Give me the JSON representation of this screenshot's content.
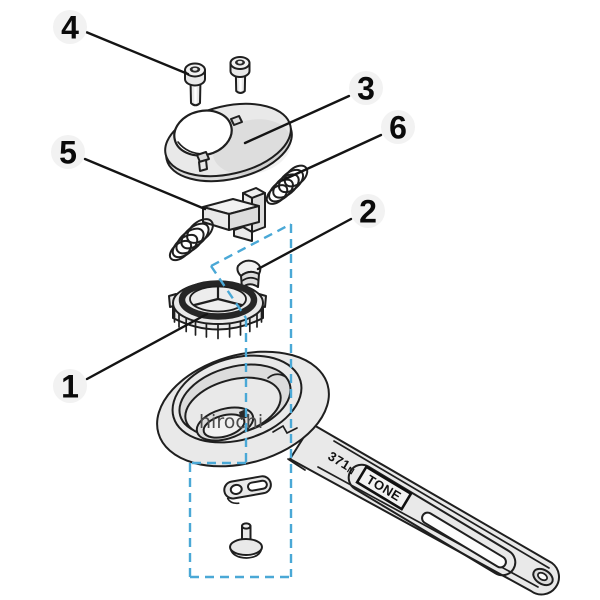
{
  "diagram": {
    "type": "exploded-parts-diagram",
    "subject": "ratchet-wrench",
    "watermark": "hirochi",
    "callouts": [
      {
        "label": "1",
        "part": "ratchet-gear"
      },
      {
        "label": "2",
        "part": "selector-piece"
      },
      {
        "label": "3",
        "part": "cover-plate"
      },
      {
        "label": "4",
        "part": "cover-screws"
      },
      {
        "label": "5",
        "part": "pawl"
      },
      {
        "label": "6",
        "part": "pawl-spring"
      }
    ],
    "wrench": {
      "model_marking": "371",
      "model_marking_suffix": "N",
      "brand_marking": "TONE"
    },
    "colors": {
      "background": "#ffffff",
      "outline": "#1f1f1f",
      "part_fill": "#e9e9e9",
      "callout_bg": "#f2f2f2",
      "callout_number": "#0a0a0a",
      "dashed_line": "#4aa8d6",
      "watermark": "#4b4b4b"
    }
  }
}
